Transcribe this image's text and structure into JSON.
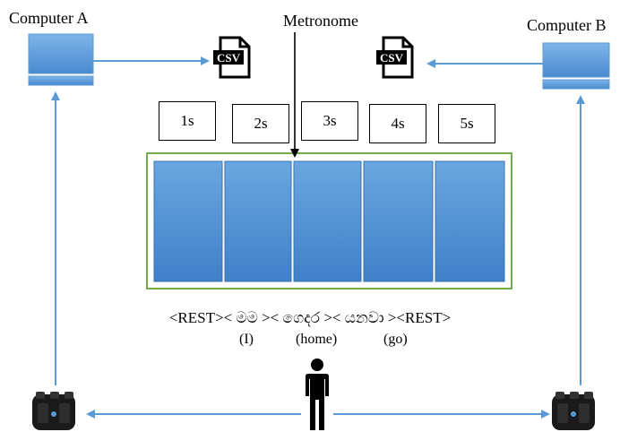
{
  "computers": {
    "a_label": "Computer A",
    "b_label": "Computer B",
    "csv_text": "CSV"
  },
  "metronome": {
    "label": "Metronome"
  },
  "seconds": [
    "1s",
    "2s",
    "3s",
    "4s",
    "5s"
  ],
  "sequence": {
    "line": "<REST>< මම >< ගෙදර >< යනවා ><REST>",
    "glosses": [
      "(I)",
      "(home)",
      "(go)"
    ]
  },
  "colors": {
    "arrow": "#5b9bd5",
    "panel_fill": "#4f8fd6",
    "panel_border": "#3a73b5",
    "frame": "#70ad47",
    "sensor": "#1a1a1a"
  },
  "icons": [
    "monitor-icon",
    "csv-file-icon",
    "person-icon",
    "sensor-icon"
  ]
}
